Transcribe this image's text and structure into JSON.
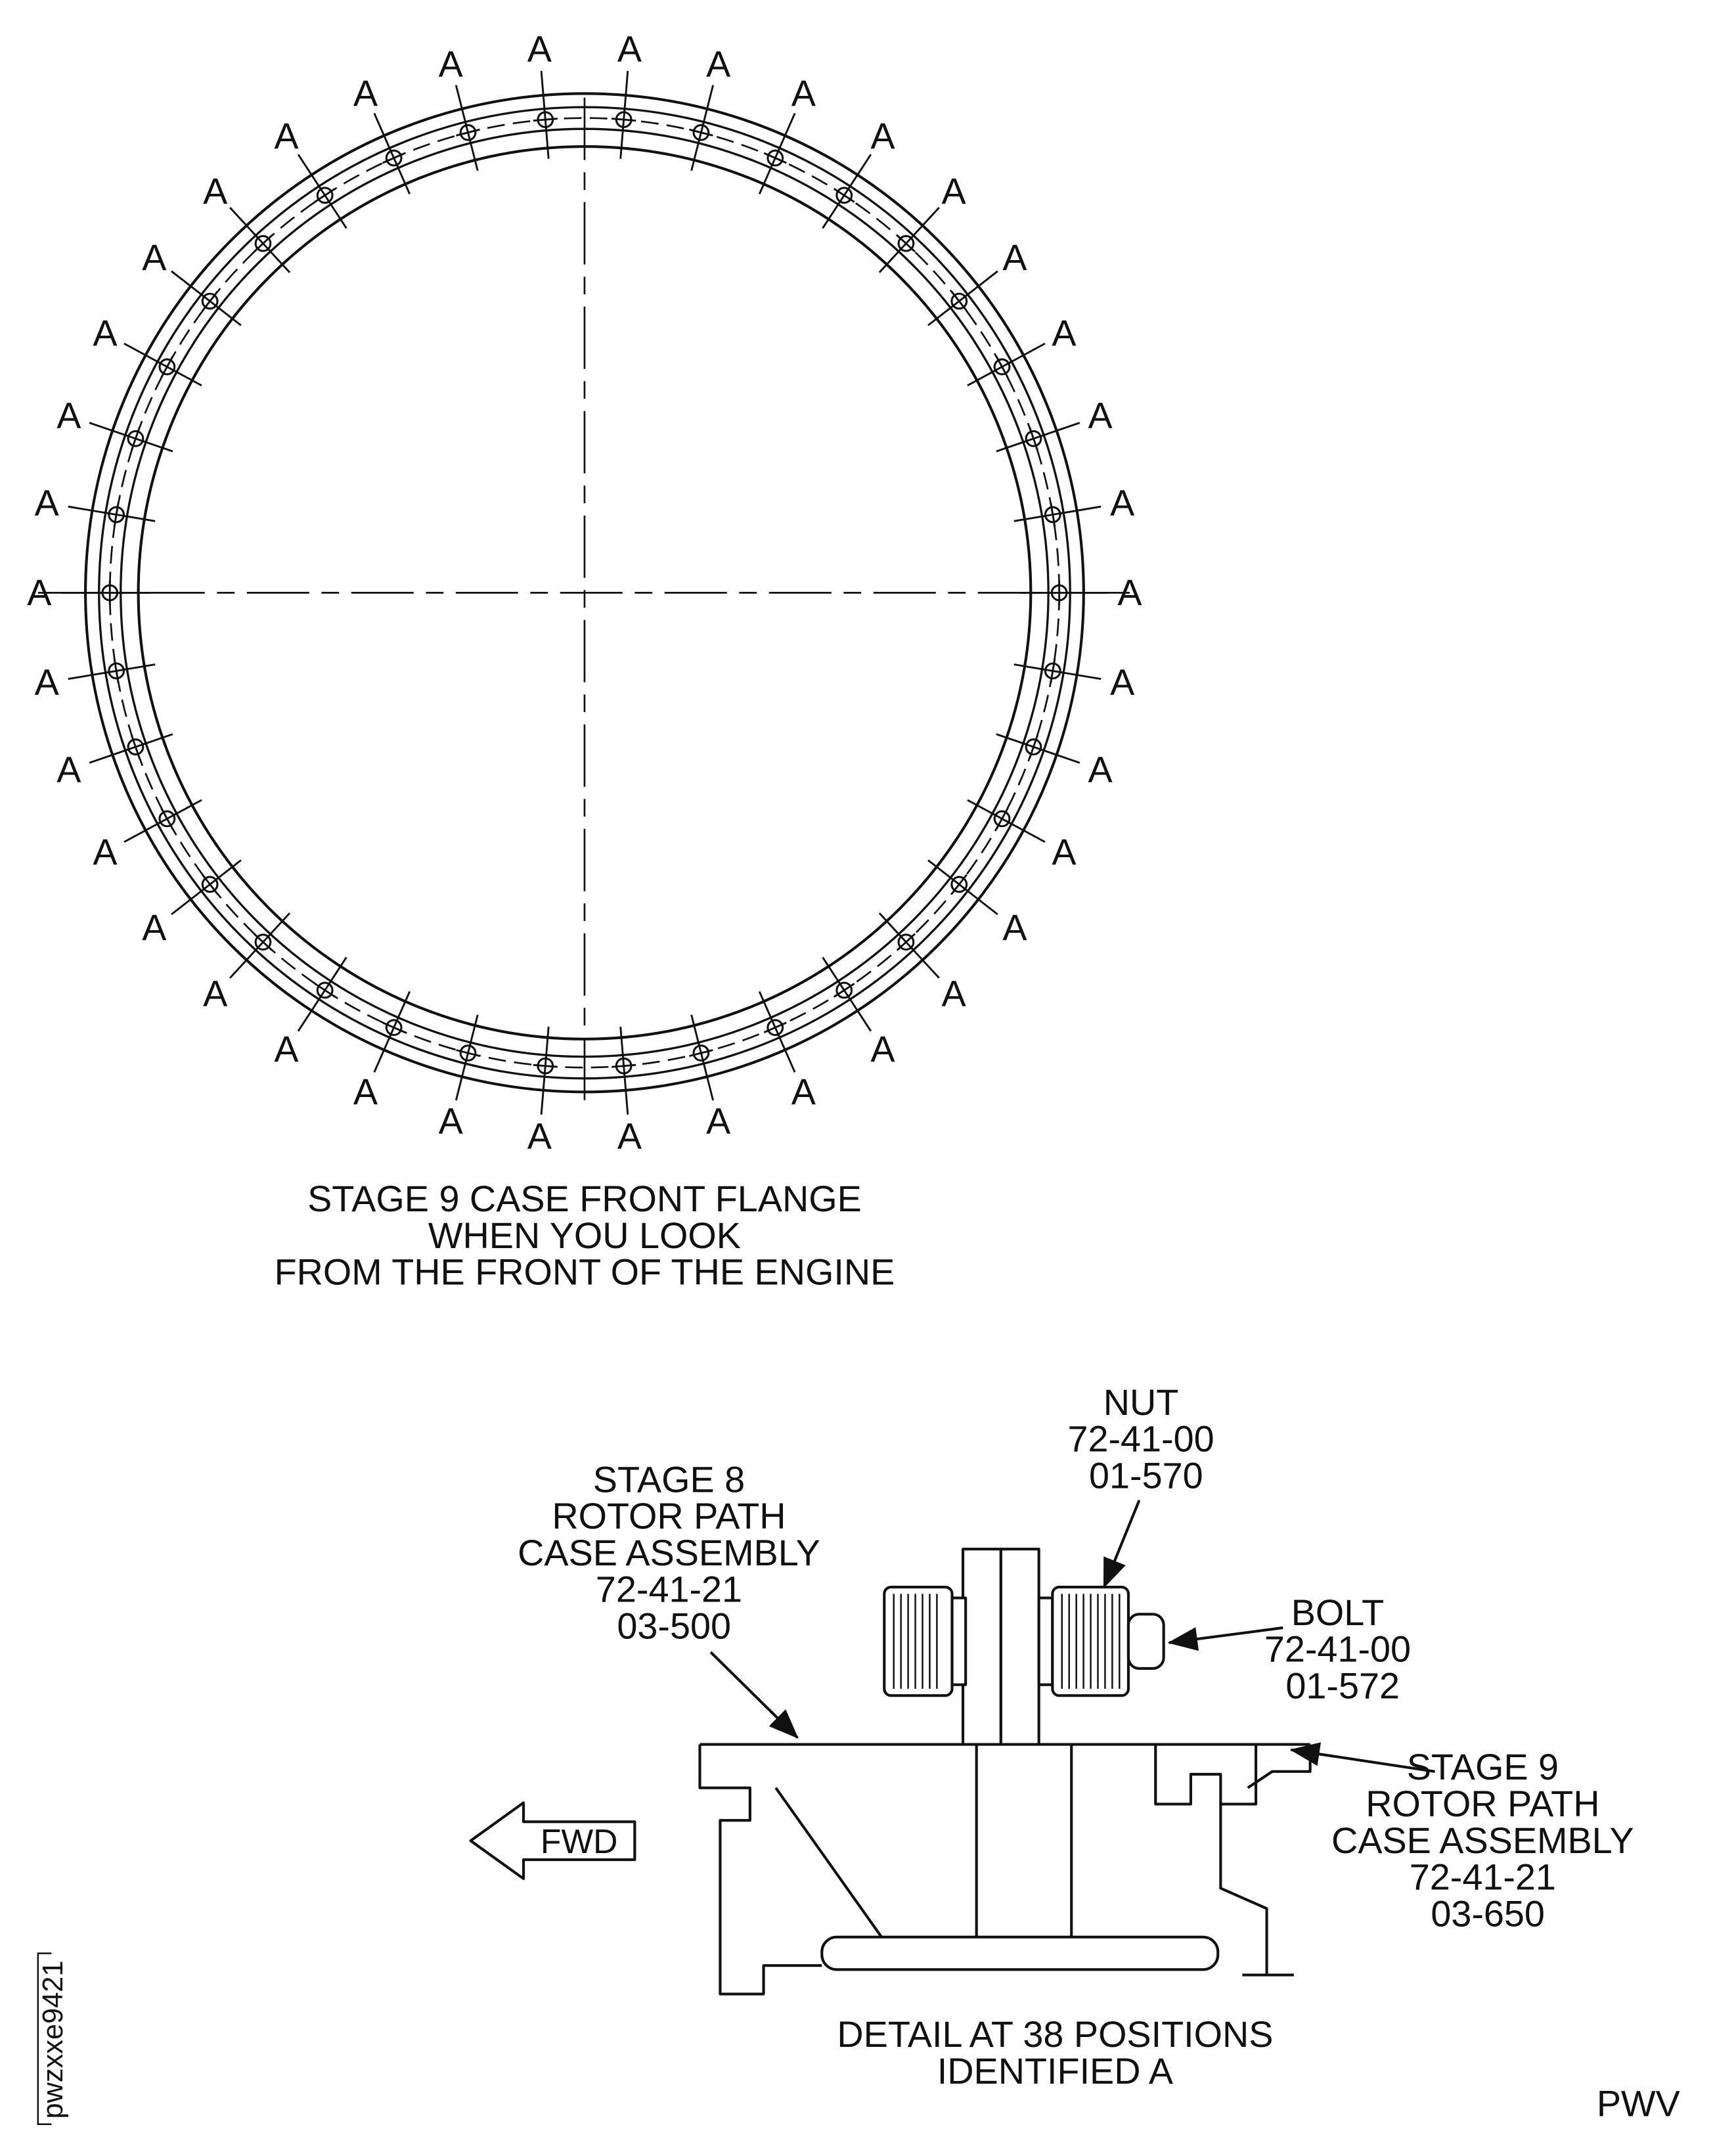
{
  "colors": {
    "ink": "#111111",
    "background": "#ffffff"
  },
  "flange_view": {
    "bolt_label": "A",
    "bolt_count": 38,
    "caption_lines": [
      "STAGE 9 CASE FRONT FLANGE",
      "WHEN YOU LOOK",
      "FROM THE FRONT OF THE ENGINE"
    ]
  },
  "detail_view": {
    "labels": {
      "nut": [
        "NUT",
        "72-41-00",
        "01-570"
      ],
      "stage8": [
        "STAGE 8",
        "ROTOR PATH",
        "CASE ASSEMBLY",
        "72-41-21",
        "03-500"
      ],
      "bolt": [
        "BOLT",
        "72-41-00",
        "01-572"
      ],
      "stage9": [
        "STAGE 9",
        "ROTOR PATH",
        "CASE ASSEMBLY",
        "72-41-21",
        "03-650"
      ]
    },
    "fwd_label": "FWD",
    "caption_lines": [
      "DETAIL AT 38 POSITIONS",
      "IDENTIFIED A"
    ]
  },
  "footer": {
    "figure_code": "pwzxxe9421",
    "page_code": "PWV"
  }
}
